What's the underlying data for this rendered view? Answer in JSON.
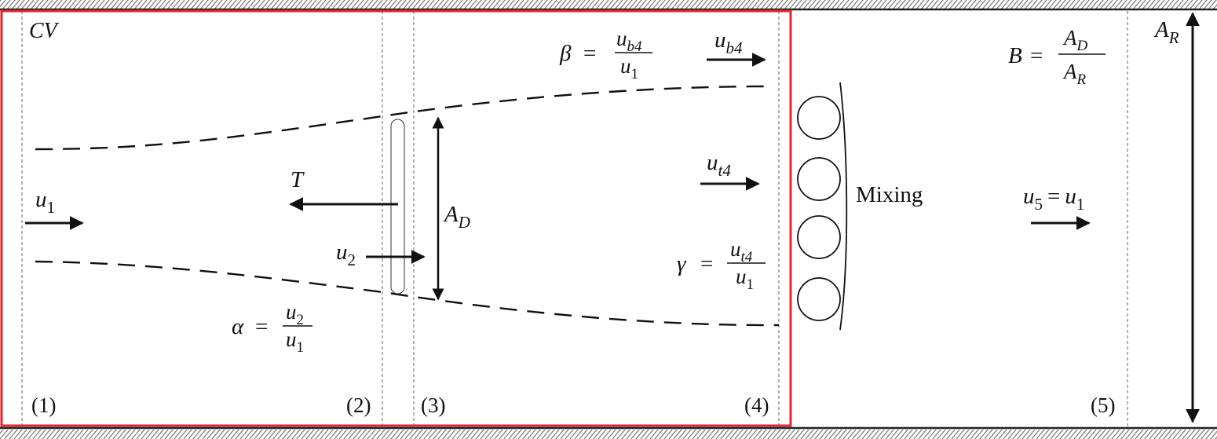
{
  "labels": {
    "cv": "CV",
    "mixing": "Mixing",
    "thrust": "T",
    "u1": "u",
    "u1_sub": "1",
    "u2": "u",
    "u2_sub": "2",
    "ub4": "u",
    "ub4_sub": "b4",
    "ut4": "u",
    "ut4_sub": "t4",
    "AD": "A",
    "AD_sub": "D",
    "AR": "A",
    "AR_sub": "R",
    "u5_lhs": "u",
    "u5_lhs_sub": "5",
    "u5_eq": "=",
    "u5_rhs": "u",
    "u5_rhs_sub": "1"
  },
  "stations": [
    "(1)",
    "(2)",
    "(3)",
    "(4)",
    "(5)"
  ],
  "equations": {
    "alpha": {
      "lhs": "α",
      "eq": "=",
      "num": "u",
      "num_sub": "2",
      "den": "u",
      "den_sub": "1"
    },
    "beta": {
      "lhs": "β",
      "eq": "=",
      "num": "u",
      "num_sub": "b4",
      "den": "u",
      "den_sub": "1"
    },
    "gamma": {
      "lhs": "γ",
      "eq": "=",
      "num": "u",
      "num_sub": "t4",
      "den": "u",
      "den_sub": "1"
    },
    "B": {
      "lhs": "B",
      "eq": "=",
      "num": "A",
      "num_sub": "D",
      "den": "A",
      "den_sub": "R"
    }
  },
  "colors": {
    "control_volume": "#e8242c",
    "ink": "#111111",
    "wall": "#222222",
    "station_line": "#555555"
  }
}
